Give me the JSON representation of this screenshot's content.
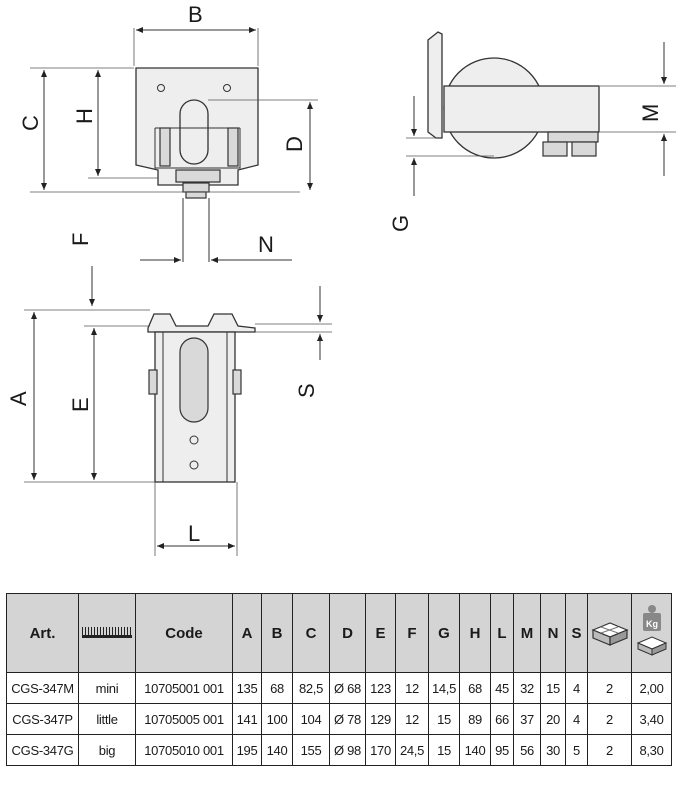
{
  "drawing": {
    "labels": {
      "B": "B",
      "C": "C",
      "H": "H",
      "D": "D",
      "F": "F",
      "N": "N",
      "M": "M",
      "G": "G",
      "A": "A",
      "E": "E",
      "S": "S",
      "L": "L"
    }
  },
  "table": {
    "headers": {
      "art": "Art.",
      "size_icon": "ruler-icon",
      "code": "Code",
      "dims": [
        "A",
        "B",
        "C",
        "D",
        "E",
        "F",
        "G",
        "H",
        "L",
        "M",
        "N",
        "S"
      ],
      "pack_icon": "package-icon",
      "weight_icon": "weight-icon",
      "weight_unit": "Kg"
    },
    "rows": [
      {
        "art": "CGS-347M",
        "size": "mini",
        "code": "10705001 001",
        "dims": [
          "135",
          "68",
          "82,5",
          "Ø 68",
          "123",
          "12",
          "14,5",
          "68",
          "45",
          "32",
          "15",
          "4"
        ],
        "pack": "2",
        "weight": "2,00"
      },
      {
        "art": "CGS-347P",
        "size": "little",
        "code": "10705005 001",
        "dims": [
          "141",
          "100",
          "104",
          "Ø 78",
          "129",
          "12",
          "15",
          "89",
          "66",
          "37",
          "20",
          "4"
        ],
        "pack": "2",
        "weight": "3,40"
      },
      {
        "art": "CGS-347G",
        "size": "big",
        "code": "10705010 001",
        "dims": [
          "195",
          "140",
          "155",
          "Ø 98",
          "170",
          "24,5",
          "15",
          "140",
          "95",
          "56",
          "30",
          "5"
        ],
        "pack": "2",
        "weight": "8,30"
      }
    ]
  }
}
